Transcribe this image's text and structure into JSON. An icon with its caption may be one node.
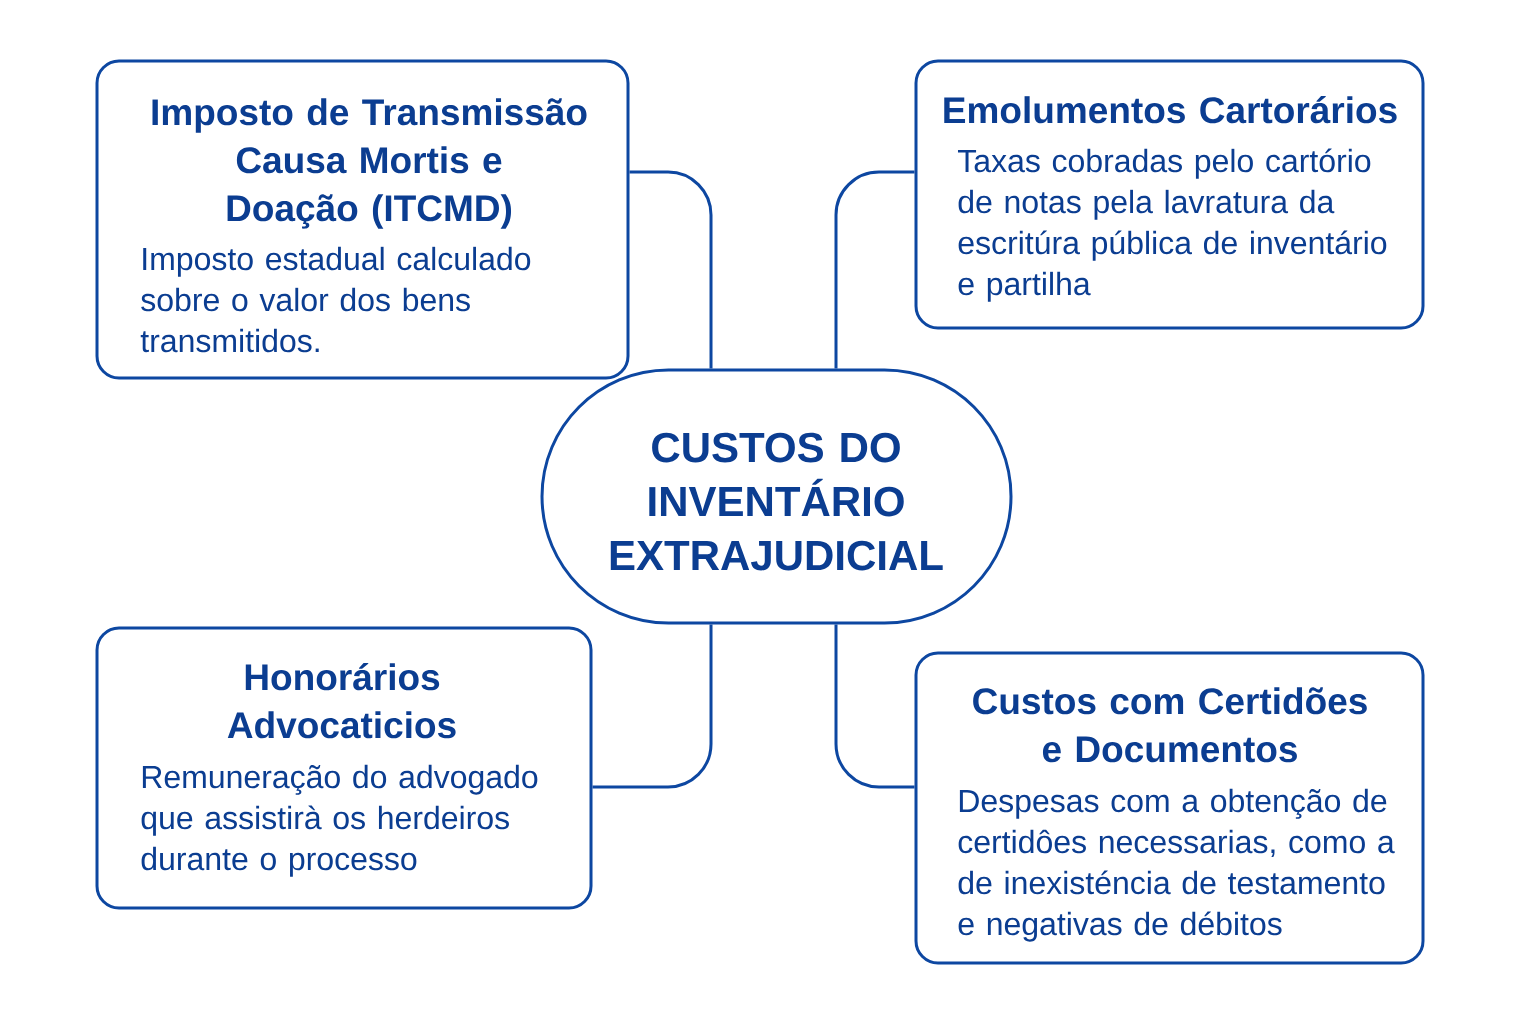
{
  "diagram": {
    "nodes": [
      {
        "text": [
          "Imposto de Transmissão Causa Mortis e Doação (ITCMD)",
          "Imposto estadual calculado sobre o valor dos bens transmitidos."
        ]
      },
      {
        "text": [
          "Emolumentos Cartorários",
          "Taxas cobradas pelo cartório de notas pela lavratura da escritúra pública de inventário e partilha"
        ]
      },
      {
        "text": [
          "CUSTOS DO INVENTÁRIO EXTRAJUDICIAL"
        ]
      },
      {
        "text": [
          "Honorários Advocaticios",
          "Remuneração do advogado que assistirà os herdeiros durante o processo"
        ]
      },
      {
        "text": [
          "Custos com Certidões e Documentos",
          "Despesas com a obtenção de certidôes necessarias, como a de inexisténcia de testamento e negativas de débitos"
        ]
      }
    ],
    "edges": [
      {
        "from": 2,
        "to": 0,
        "arrow": "none"
      },
      {
        "from": 2,
        "to": 1,
        "arrow": "none"
      },
      {
        "from": 2,
        "to": 3,
        "arrow": "none"
      },
      {
        "from": 2,
        "to": 4,
        "arrow": "none"
      }
    ]
  }
}
